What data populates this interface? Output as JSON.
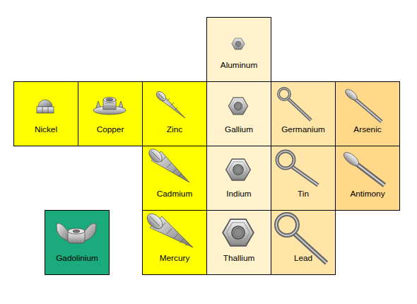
{
  "diagram": {
    "nodes": [
      {
        "text": [
          "Aluminum"
        ]
      },
      {
        "text": [
          "Nickel"
        ]
      },
      {
        "text": [
          "Copper"
        ]
      },
      {
        "text": [
          "Zinc"
        ]
      },
      {
        "text": [
          "Gallium"
        ]
      },
      {
        "text": [
          "Germanium"
        ]
      },
      {
        "text": [
          "Arsenic"
        ]
      },
      {
        "text": [
          "Cadmium"
        ]
      },
      {
        "text": [
          "Indium"
        ]
      },
      {
        "text": [
          "Tin"
        ]
      },
      {
        "text": [
          "Antimony"
        ]
      },
      {
        "text": [
          "Gadolinium"
        ]
      },
      {
        "text": [
          "Mercury"
        ]
      },
      {
        "text": [
          "Thallium"
        ]
      },
      {
        "text": [
          "Lead"
        ]
      }
    ]
  }
}
